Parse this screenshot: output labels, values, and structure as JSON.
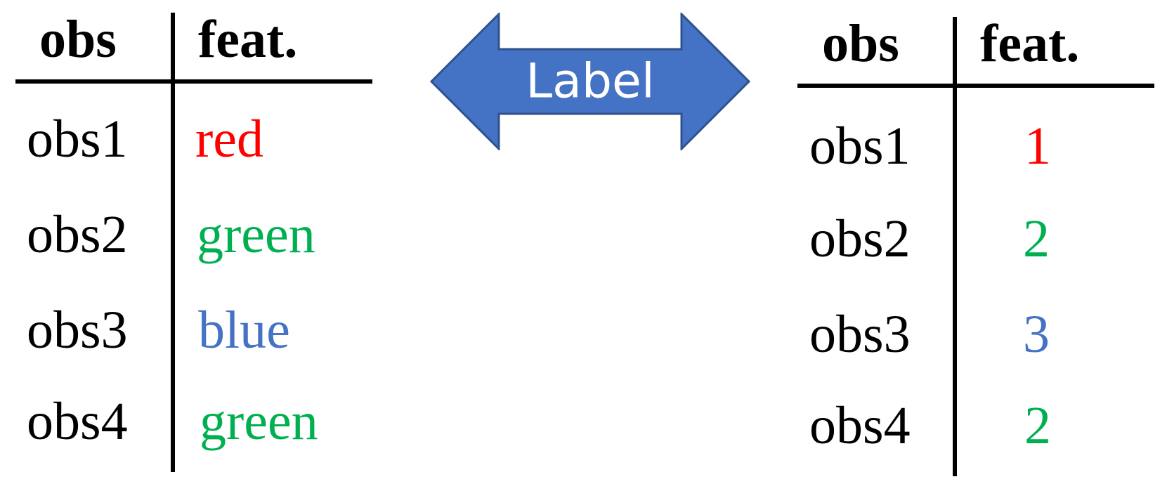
{
  "colors": {
    "red": "#ff0000",
    "green": "#00b050",
    "blue": "#4472c4",
    "arrow_fill": "#4472c4",
    "arrow_stroke": "#2f528f"
  },
  "arrow": {
    "label": "Label",
    "icon": "double-headed-arrow"
  },
  "left_table": {
    "headers": {
      "obs": "obs",
      "feat": "feat."
    },
    "rows": [
      {
        "obs": "obs1",
        "feat": "red",
        "color": "#ff0000"
      },
      {
        "obs": "obs2",
        "feat": "green",
        "color": "#00b050"
      },
      {
        "obs": "obs3",
        "feat": "blue",
        "color": "#4472c4"
      },
      {
        "obs": "obs4",
        "feat": "green",
        "color": "#00b050"
      }
    ]
  },
  "right_table": {
    "headers": {
      "obs": "obs",
      "feat": "feat."
    },
    "rows": [
      {
        "obs": "obs1",
        "feat": "1",
        "color": "#ff0000"
      },
      {
        "obs": "obs2",
        "feat": "2",
        "color": "#00b050"
      },
      {
        "obs": "obs3",
        "feat": "3",
        "color": "#4472c4"
      },
      {
        "obs": "obs4",
        "feat": "2",
        "color": "#00b050"
      }
    ]
  }
}
